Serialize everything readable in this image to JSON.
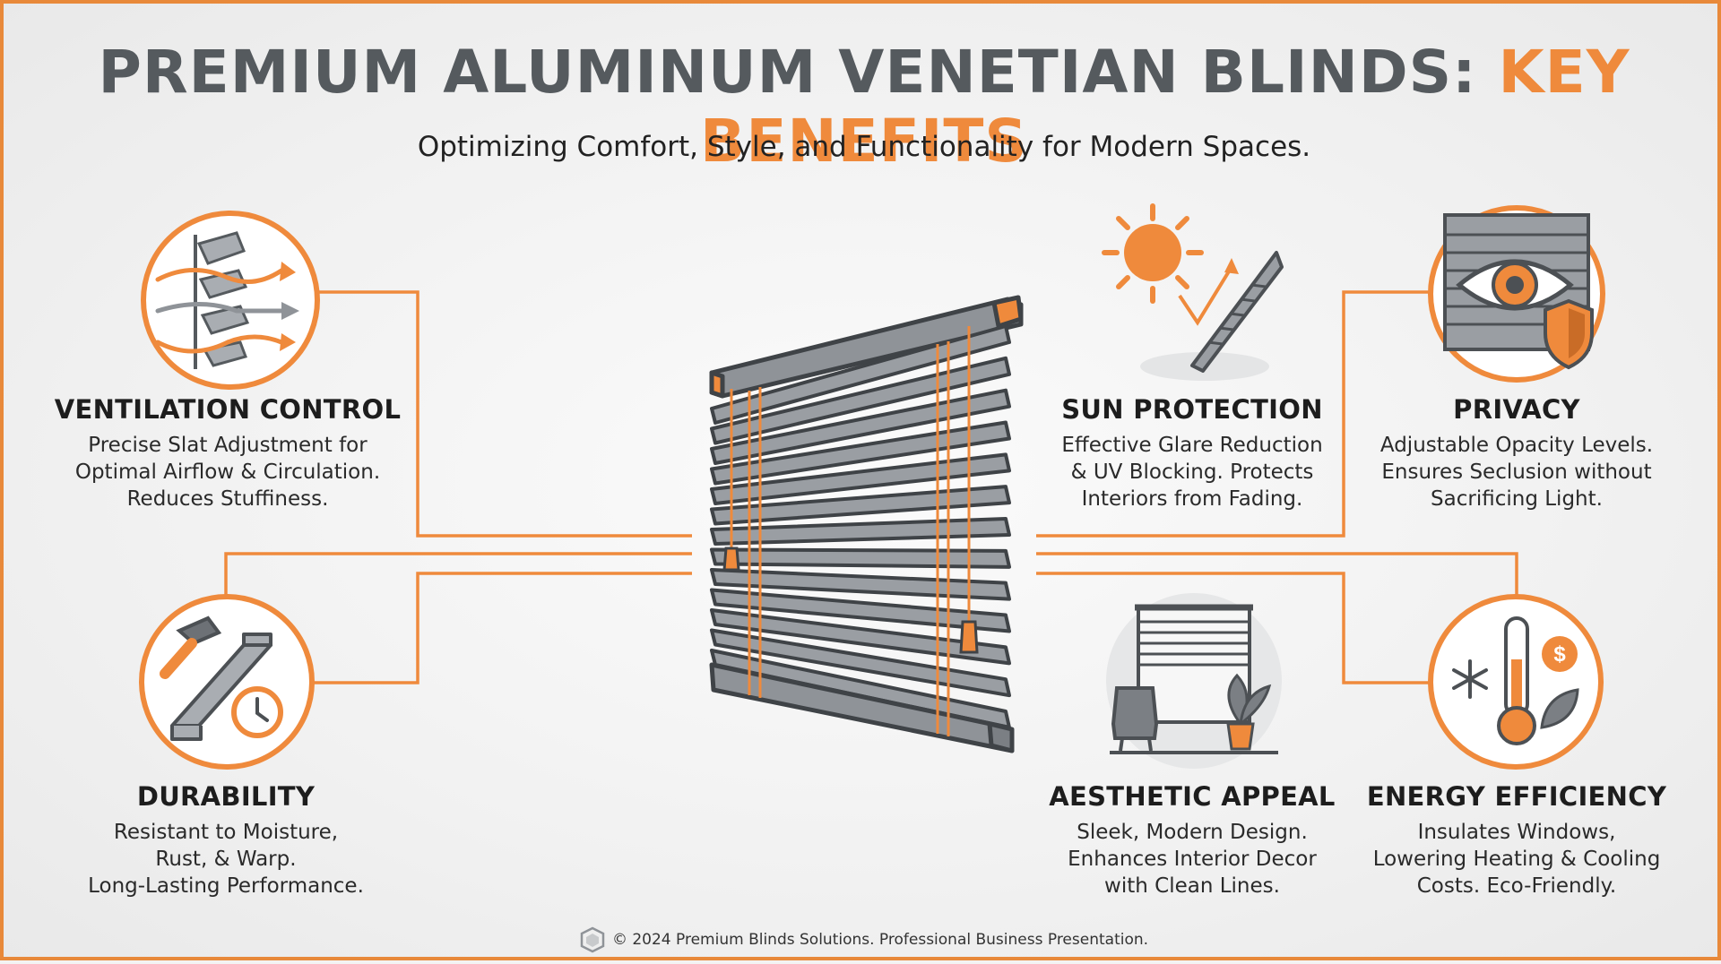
{
  "header": {
    "title_main": "PREMIUM ALUMINUM VENETIAN BLINDS:",
    "title_accent": "KEY BENEFITS",
    "subtitle": "Optimizing Comfort, Style, and Functionality for Modern Spaces."
  },
  "benefits": {
    "ventilation": {
      "title": "VENTILATION CONTROL",
      "lines": [
        "Precise Slat Adjustment for",
        "Optimal Airflow & Circulation.",
        "Reduces Stuffiness."
      ]
    },
    "durability": {
      "title": "DURABILITY",
      "lines": [
        "Resistant to Moisture,",
        "Rust, & Warp.",
        "Long-Lasting Performance."
      ]
    },
    "sun": {
      "title": "SUN PROTECTION",
      "lines": [
        "Effective Glare Reduction",
        "& UV Blocking. Protects",
        "Interiors from Fading."
      ]
    },
    "privacy": {
      "title": "PRIVACY",
      "lines": [
        "Adjustable Opacity Levels.",
        "Ensures Seclusion without",
        "Sacrificing Light."
      ]
    },
    "aesthetic": {
      "title": "AESTHETIC APPEAL",
      "lines": [
        "Sleek, Modern Design.",
        "Enhances Interior Decor",
        "with Clean Lines."
      ]
    },
    "energy": {
      "title": "ENERGY EFFICIENCY",
      "lines": [
        "Insulates Windows,",
        "Lowering Heating & Cooling",
        "Costs. Eco-Friendly."
      ]
    }
  },
  "footer": {
    "text": "© 2024 Premium Blinds Solutions. Professional Business Presentation."
  },
  "colors": {
    "accent": "#ef8a3c",
    "dark_gray": "#555a5e",
    "slat_gray": "#8f9398"
  }
}
